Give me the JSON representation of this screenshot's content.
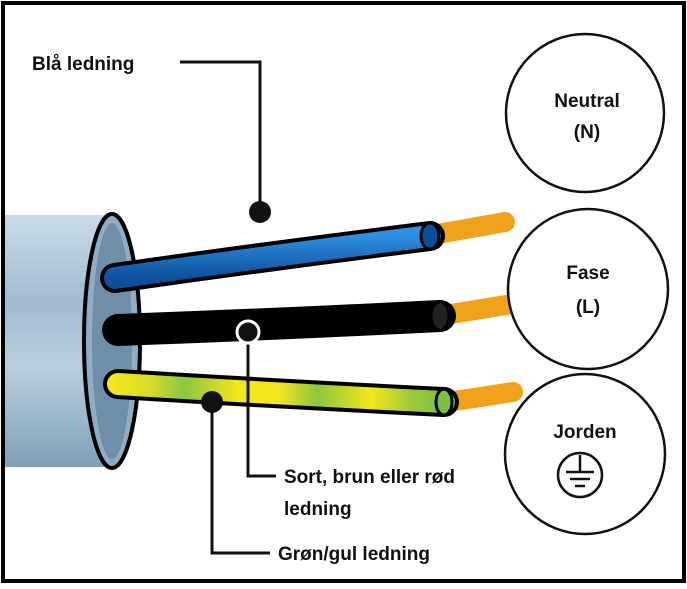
{
  "labels": {
    "blue_wire": "Blå ledning",
    "live_wire_line1": "Sort, brun eller rød",
    "live_wire_line2": "ledning",
    "earth_wire": "Grøn/gul ledning"
  },
  "terminals": {
    "neutral": {
      "line1": "Neutral",
      "line2": "(N)"
    },
    "live": {
      "line1": "Fase",
      "line2": "(L)"
    },
    "earth": {
      "line1": "Jorden",
      "symbol": "earth-ground-symbol"
    }
  },
  "colors": {
    "blue_wire": "#1565b8",
    "black_wire": "#111111",
    "green_yellow_wire": [
      "#8bc63f",
      "#f4e61a"
    ],
    "copper_tip": "#f0a21a",
    "cable_sheath": "#a9c3d6"
  }
}
